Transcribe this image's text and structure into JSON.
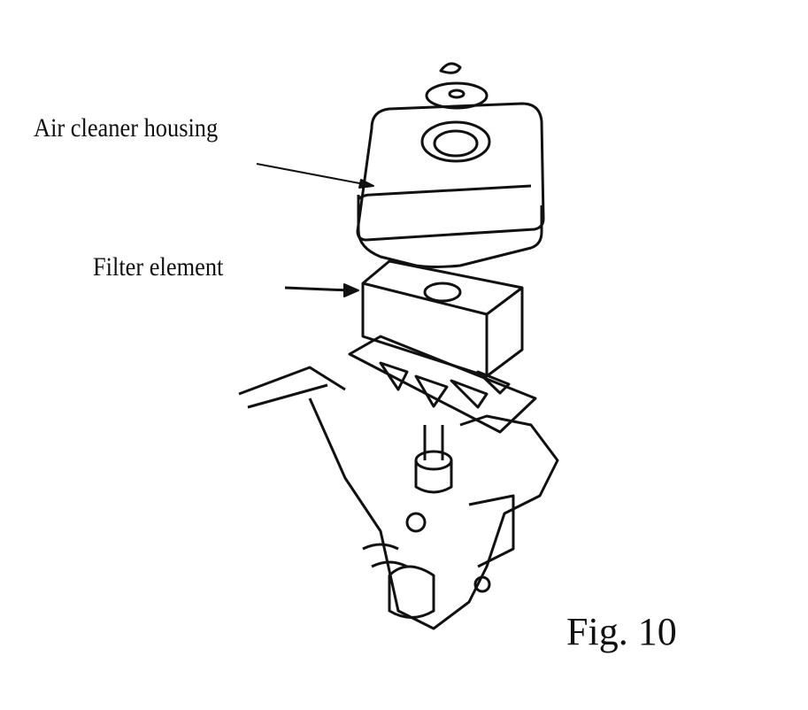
{
  "labels": {
    "housing": "Air cleaner housing",
    "filter": "Filter element"
  },
  "figure_caption": "Fig. 10"
}
